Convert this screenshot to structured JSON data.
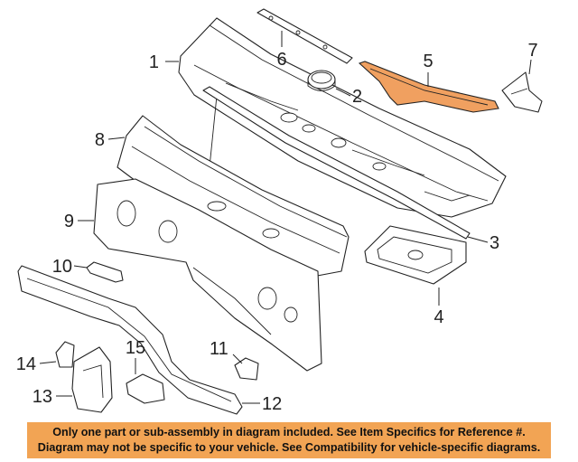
{
  "colors": {
    "highlight": "#f0a060",
    "banner_background": "#f2a454",
    "line": "#222222"
  },
  "callouts": [
    "1",
    "2",
    "3",
    "4",
    "5",
    "6",
    "7",
    "8",
    "9",
    "10",
    "11",
    "12",
    "13",
    "14",
    "15"
  ],
  "highlighted_part": "5",
  "notice": {
    "line1": "Only one part or sub-assembly in diagram included. See Item Specifics for Reference #.",
    "line2": "Diagram may not be specific to your vehicle. See Compatibility for vehicle-specific diagrams."
  }
}
